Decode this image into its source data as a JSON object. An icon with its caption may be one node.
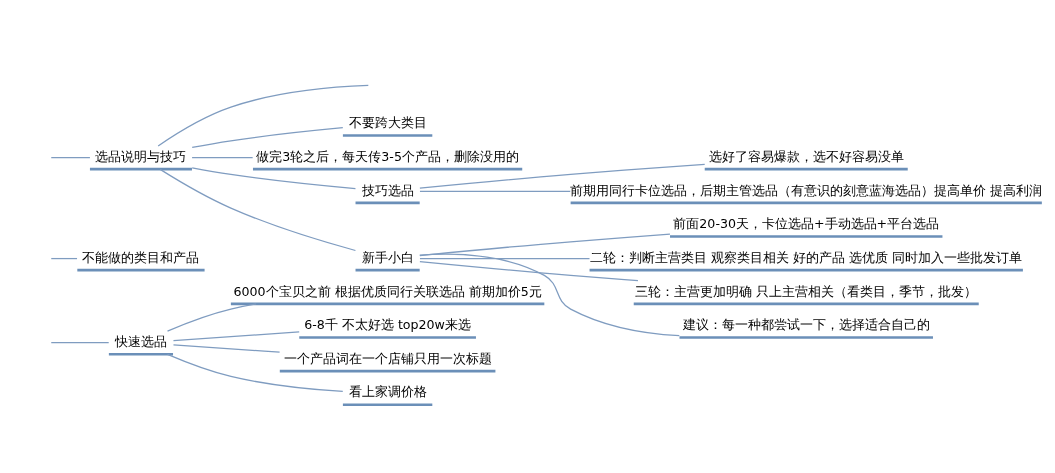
{
  "diagram": {
    "nodes": [
      {
        "text": [
          "选品说明与技巧"
        ]
      },
      {
        "text": [
          "不要跨大类目"
        ]
      },
      {
        "text": [
          "做完3轮之后，每天传3-5个产品，删除没用的"
        ]
      },
      {
        "text": [
          "技巧选品"
        ]
      },
      {
        "text": [
          "选好了容易爆款，选不好容易没单"
        ]
      },
      {
        "text": [
          "前期用同行卡位选品，后期主管选品（有意识的刻意蓝海选品）提高单价 提高利润"
        ]
      },
      {
        "text": [
          "新手小白"
        ]
      },
      {
        "text": [
          "前面20-30天，卡位选品+手动选品+平台选品"
        ]
      },
      {
        "text": [
          "二轮：判断主营类目 观察类目相关 好的产品 选优质 同时加入一些批发订单"
        ]
      },
      {
        "text": [
          "三轮：主营更加明确 只上主营相关（看类目，季节，批发）"
        ]
      },
      {
        "text": [
          "建议：每一种都尝试一下，选择适合自己的"
        ]
      },
      {
        "text": [
          "不能做的类目和产品"
        ]
      },
      {
        "text": [
          "快速选品"
        ]
      },
      {
        "text": [
          "6000个宝贝之前 根据优质同行关联选品 前期加价5元"
        ]
      },
      {
        "text": [
          "6-8千 不太好选 top20w来选"
        ]
      },
      {
        "text": [
          "一个产品词在一个店铺只用一次标题"
        ]
      },
      {
        "text": [
          "看上家调价格"
        ]
      }
    ],
    "edges": [
      {
        "from": null,
        "to": 0,
        "arrow": "none"
      },
      {
        "from": 0,
        "to": null,
        "arrow": "none"
      },
      {
        "from": 0,
        "to": 1,
        "arrow": "none"
      },
      {
        "from": 0,
        "to": 2,
        "arrow": "none"
      },
      {
        "from": 0,
        "to": 3,
        "arrow": "none"
      },
      {
        "from": 3,
        "to": 4,
        "arrow": "none"
      },
      {
        "from": 3,
        "to": 5,
        "arrow": "none"
      },
      {
        "from": 0,
        "to": 6,
        "arrow": "none"
      },
      {
        "from": 6,
        "to": 7,
        "arrow": "none"
      },
      {
        "from": 6,
        "to": 8,
        "arrow": "none"
      },
      {
        "from": 6,
        "to": 9,
        "arrow": "none"
      },
      {
        "from": 6,
        "to": 10,
        "arrow": "none"
      },
      {
        "from": null,
        "to": 11,
        "arrow": "none"
      },
      {
        "from": null,
        "to": 12,
        "arrow": "none"
      },
      {
        "from": 12,
        "to": 13,
        "arrow": "none"
      },
      {
        "from": 12,
        "to": 14,
        "arrow": "none"
      },
      {
        "from": 12,
        "to": 15,
        "arrow": "none"
      },
      {
        "from": 12,
        "to": 16,
        "arrow": "none"
      }
    ]
  }
}
